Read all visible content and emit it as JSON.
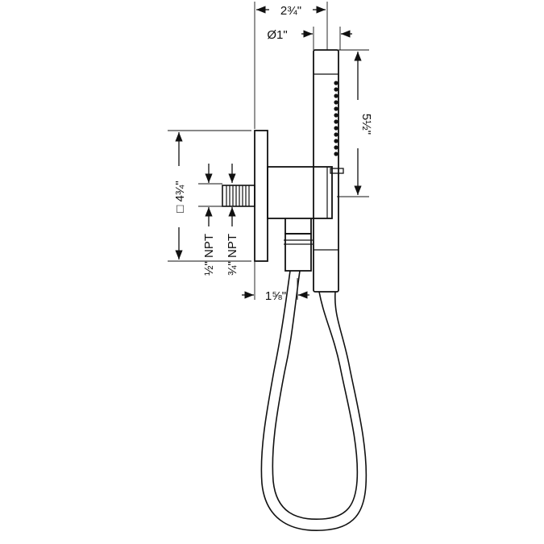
{
  "drawing": {
    "dimensions": {
      "overall_width": "2¾\"",
      "diameter": "Ø1\"",
      "handshower_height": "5½\"",
      "plate_square": "□ 4¾\"",
      "inlet_half": "½\" NPT",
      "inlet_three_quarter": "¾\" NPT",
      "projection": "1⅝\""
    }
  }
}
